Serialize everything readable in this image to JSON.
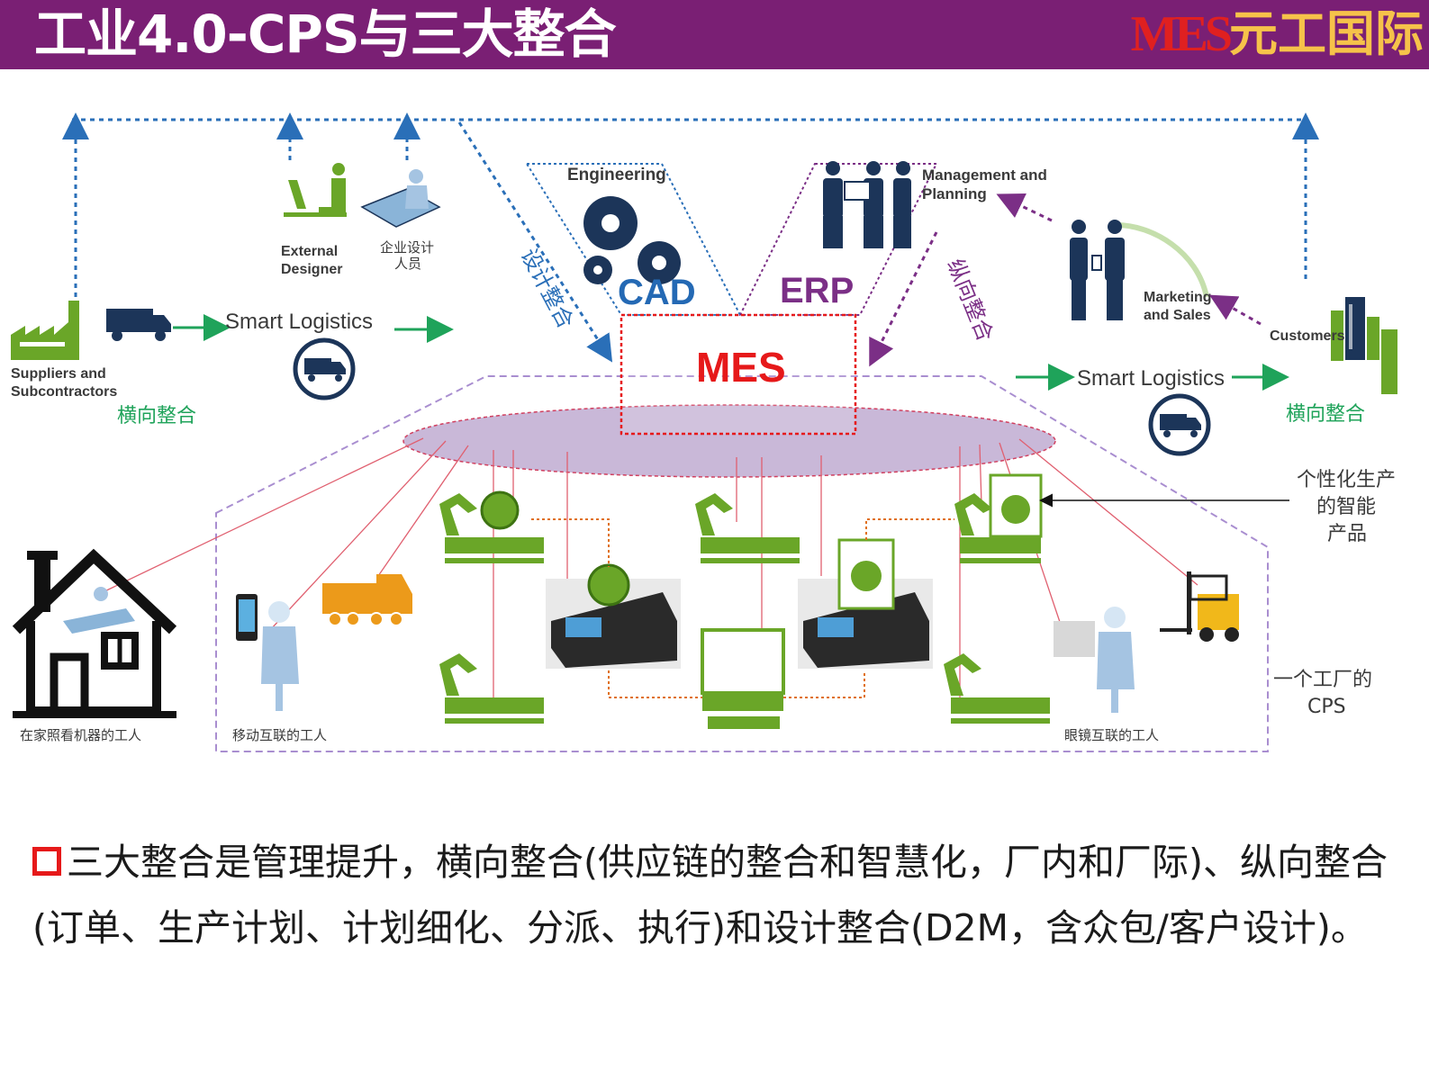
{
  "header": {
    "title": "工业4.0-CPS与三大整合",
    "logo_mes": "MES",
    "logo_cn": "元工国际"
  },
  "diagram": {
    "suppliers": "Suppliers and\nSubcontractors",
    "smart_logistics_left": "Smart Logistics",
    "smart_logistics_right": "Smart Logistics",
    "horizontal_left": "横向整合",
    "horizontal_right": "横向整合",
    "external_designer": "External\nDesigner",
    "enterprise_designer": "企业设计\n人员",
    "design_integration": "设计整合",
    "engineering": "Engineering",
    "cad": "CAD",
    "erp": "ERP",
    "management_planning": "Management and\nPlanning",
    "vertical_integration": "纵向整合",
    "mes": "MES",
    "marketing_sales": "Marketing\nand Sales",
    "customers": "Customers",
    "personalized_product": "个性化生产\n的智能\n产品",
    "factory_cps": "一个工厂的\nCPS",
    "worker_home": "在家照看机器的工人",
    "worker_mobile": "移动互联的工人",
    "worker_glasses": "眼镜互联的工人"
  },
  "colors": {
    "header_bg": "#7a1f74",
    "green": "#6aa628",
    "blue_dotted": "#2a6fb8",
    "purple_dotted": "#7b2f86",
    "mes_red": "#e6191a",
    "cloud": "#c9b8d8",
    "navy": "#1c3559"
  },
  "bottom": {
    "text": "三大整合是管理提升，横向整合(供应链的整合和智慧化，厂内和厂际)、纵向整合(订单、生产计划、计划细化、分派、执行)和设计整合(D2M，含众包/客户设计)。"
  }
}
